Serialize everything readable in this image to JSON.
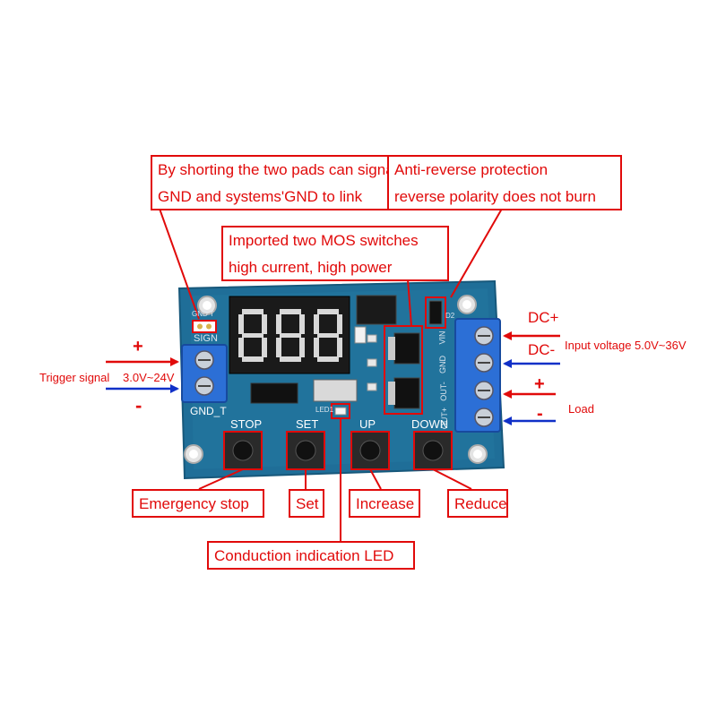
{
  "callouts": {
    "gnd_link_1": "By shorting the two pads can signal'",
    "gnd_link_2": "GND and systems'GND  to link",
    "anti_reverse_1": "Anti-reverse protection",
    "anti_reverse_2": "reverse polarity does not burn",
    "mos_1": "Imported two MOS switches",
    "mos_2": "high current, high power",
    "emergency_stop": "Emergency stop",
    "set": "Set",
    "increase": "Increase",
    "reduce": "Reduce",
    "led": "Conduction indication LED"
  },
  "side_labels": {
    "plus_left": "+",
    "minus_left": "-",
    "trigger_signal": "Trigger signal",
    "trigger_range": "3.0V~24V",
    "dc_plus": "DC+",
    "dc_minus": "DC-",
    "input_voltage": "Input voltage 5.0V~36V",
    "plus_right": "+",
    "minus_right": "-",
    "load": "Load"
  },
  "silkscreen": {
    "stop": "STOP",
    "set": "SET",
    "up": "UP",
    "down": "DOWN",
    "gnd_t": "GND_T",
    "sign": "SIGN",
    "gnd_t_small": "GND T",
    "led1": "LED1",
    "d2": "D2",
    "vin": "VIN",
    "gnd": "GND",
    "out_minus": "OUT-",
    "out_plus": "OUT+"
  },
  "colors": {
    "annotation": "#e10a0a",
    "arrow_red": "#e10a0a",
    "arrow_blue": "#1030c8",
    "pcb": "#1f6e98",
    "terminal": "#2c6fd6"
  }
}
